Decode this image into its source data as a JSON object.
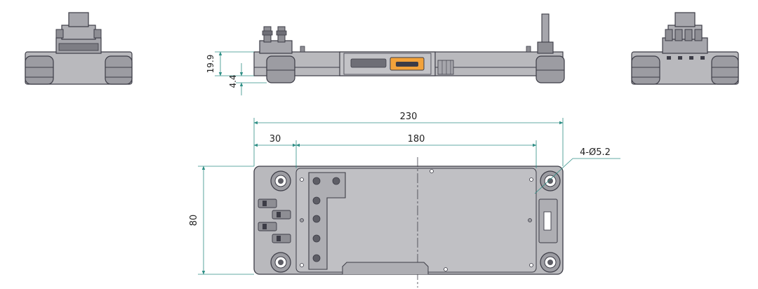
{
  "dimensions": {
    "overall_length": "230",
    "mount_offset": "30",
    "hole_spacing": "180",
    "width": "80",
    "height": "19.9",
    "base_thickness": "4.4",
    "hole_callout": "4-Ø5.2"
  },
  "colors": {
    "part_fill": "#b9b9bd",
    "part_fill_dark": "#8e8e94",
    "outline": "#3c3c46",
    "dimension_line": "#2f8f86",
    "connector_accent": "#f2a23a",
    "background": "#ffffff"
  }
}
